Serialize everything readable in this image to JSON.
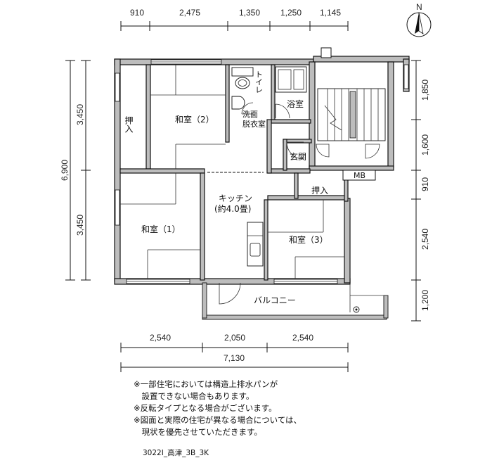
{
  "dims": {
    "top": [
      "910",
      "2,475",
      "1,350",
      "1,250",
      "1,145"
    ],
    "bottom": [
      "2,540",
      "2,050",
      "2,540"
    ],
    "total_width": "7,130",
    "left": [
      "3,450",
      "3,450"
    ],
    "left_total": "6,900",
    "right": [
      "1,850",
      "1,600",
      "910",
      "2,540",
      "1,200"
    ]
  },
  "rooms": {
    "oshiire_1": "押入",
    "washitsu_2": "和室（2）",
    "toilet": "トイレ",
    "washroom_1": "洗面",
    "washroom_2": "脱衣室",
    "bath": "浴室",
    "genkan": "玄関",
    "mb": "MB",
    "oshiire_2": "押入",
    "kitchen_1": "キッチン",
    "kitchen_2": "(約4.0畳)",
    "washitsu_1": "和室（1）",
    "washitsu_3": "和室（3）",
    "balcony": "バルコニー"
  },
  "compass": "N",
  "notes": [
    "※一部住宅においては構造上排水パンが",
    "　設置できない場合もあります。",
    "※反転タイプとなる場合がございます。",
    "※図面と実際の住宅が異なる場合については、",
    "　現状を優先させていただきます。"
  ],
  "code": "3022I_高津_3B_3K"
}
